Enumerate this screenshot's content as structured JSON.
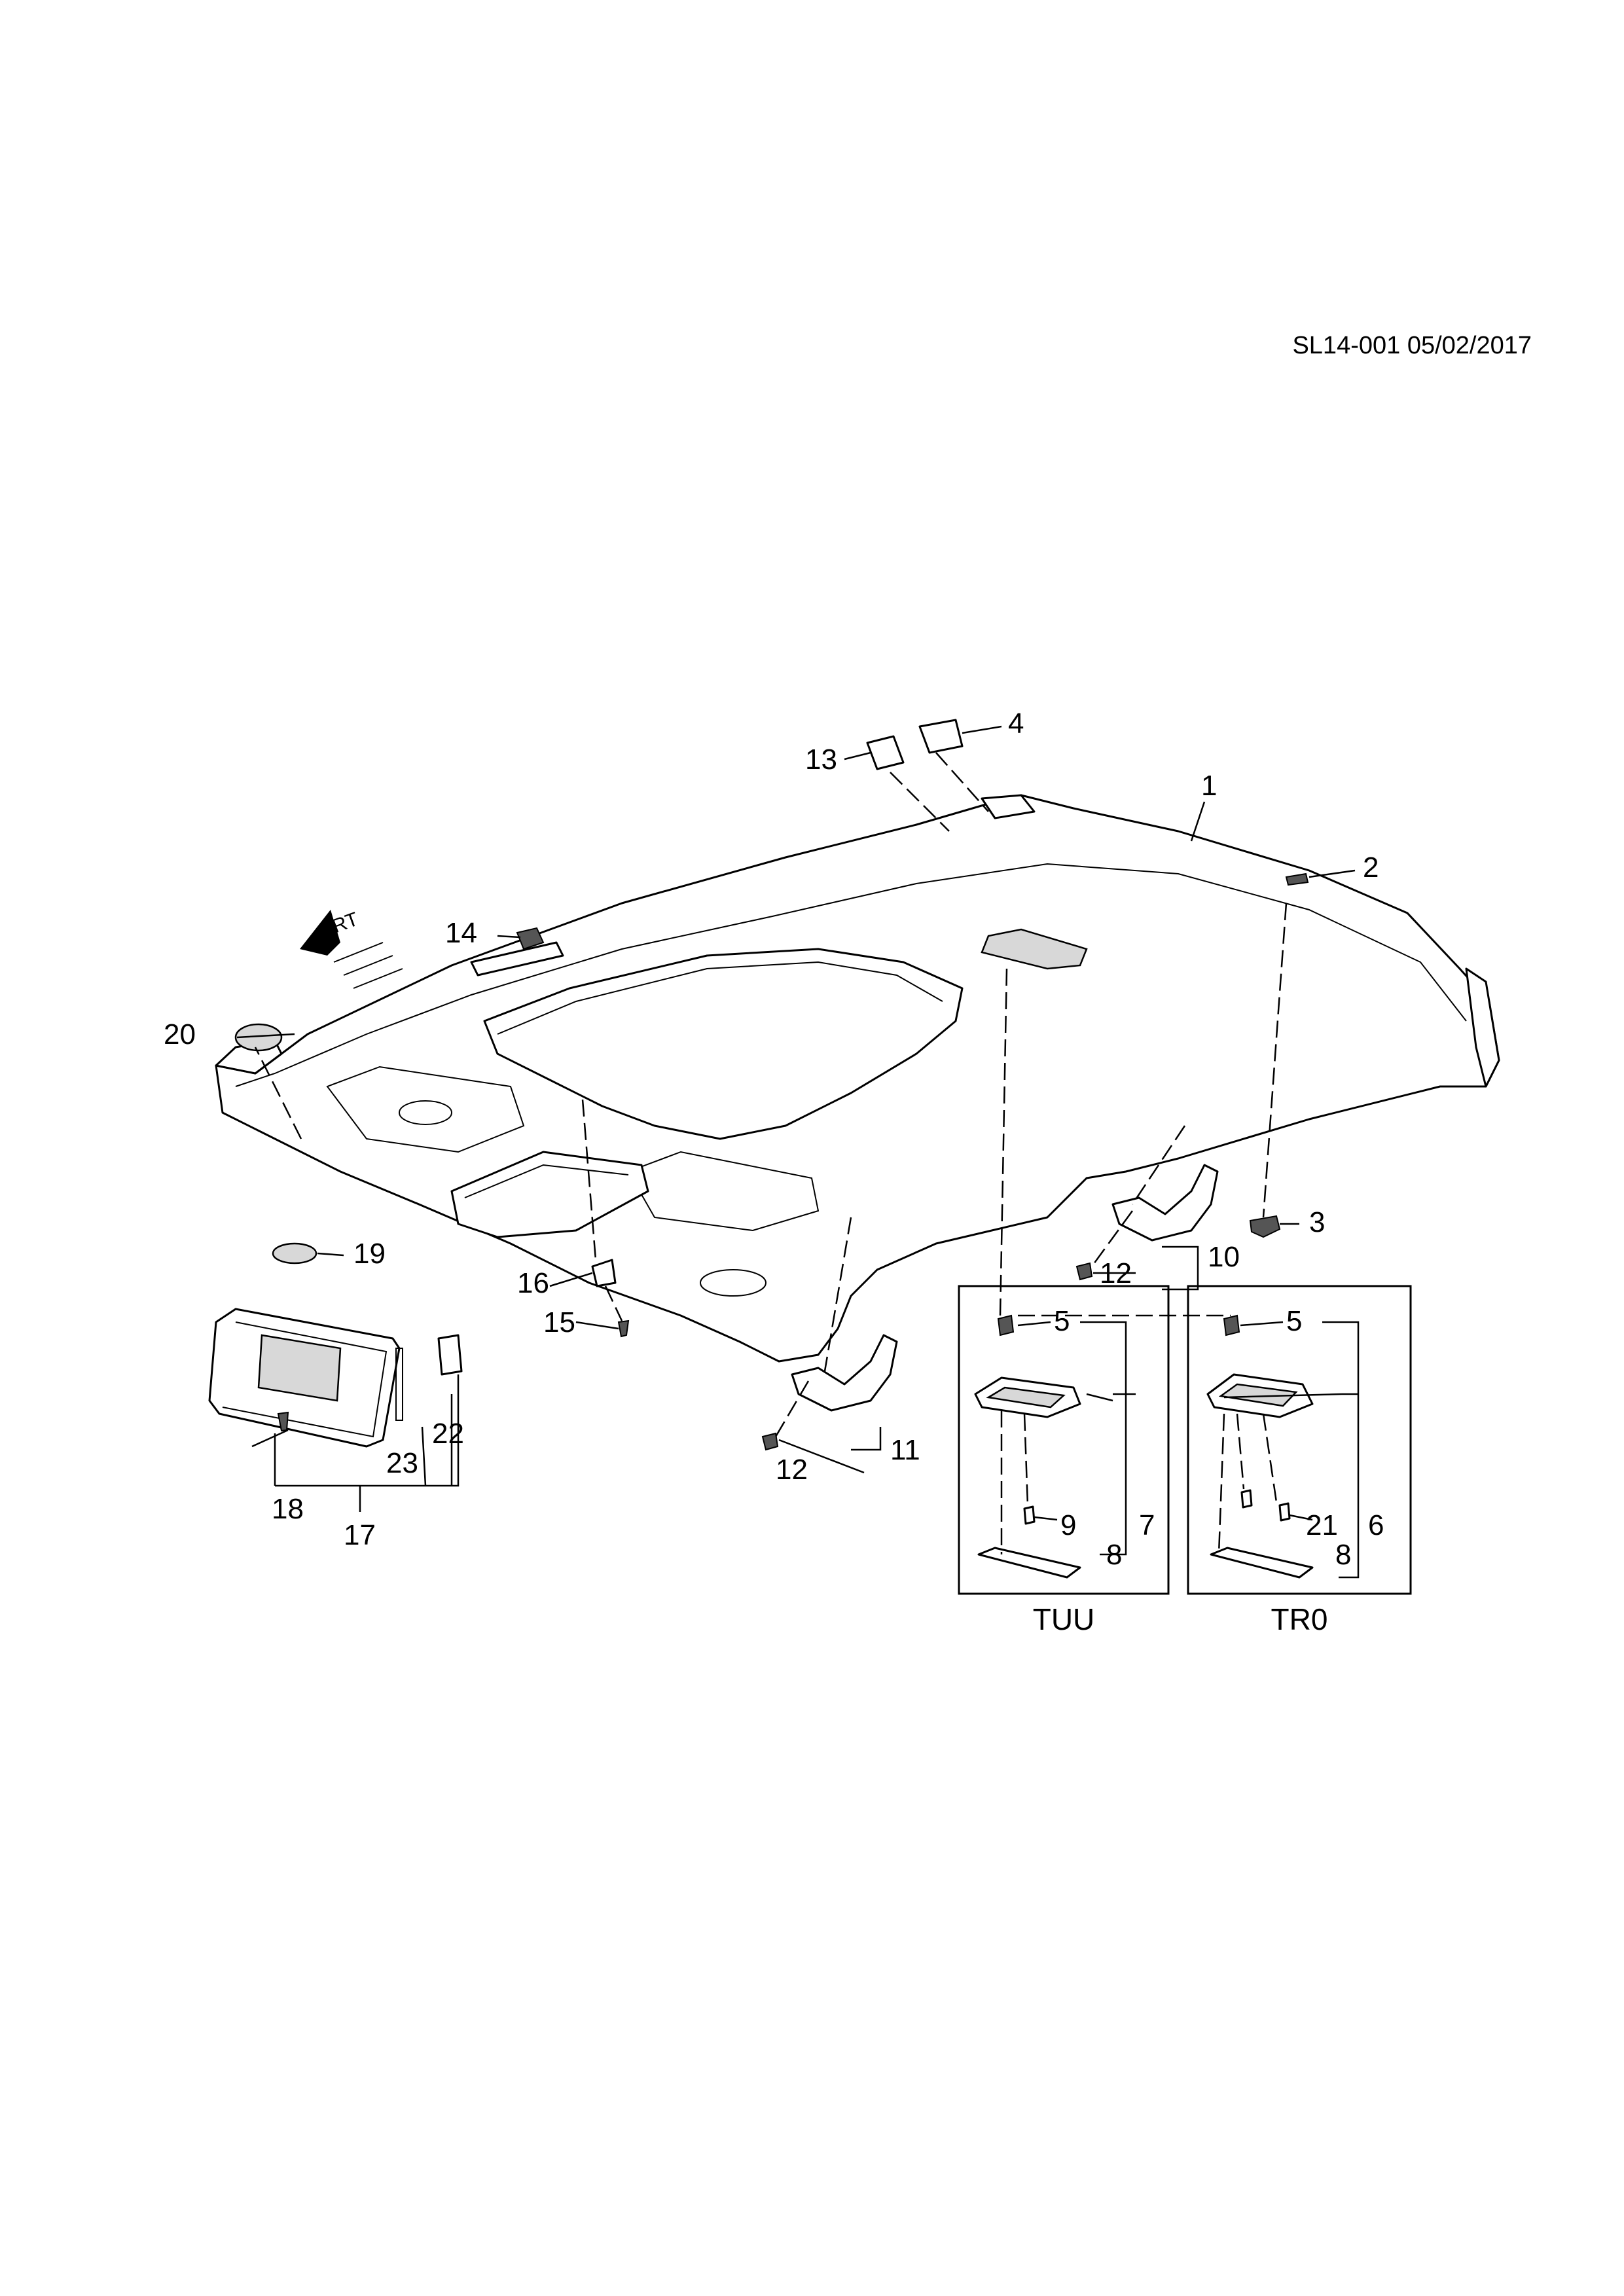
{
  "reference": "SL14-001 05/02/2017",
  "callouts": {
    "c1": "1",
    "c2": "2",
    "c3": "3",
    "c4": "4",
    "c5a": "5",
    "c5b": "5",
    "c6": "6",
    "c7": "7",
    "c8a": "8",
    "c8b": "8",
    "c9": "9",
    "c10": "10",
    "c11": "11",
    "c12a": "12",
    "c12b": "12",
    "c13": "13",
    "c14": "14",
    "c15": "15",
    "c16": "16",
    "c17": "17",
    "c18": "18",
    "c19": "19",
    "c20": "20",
    "c21": "21",
    "c22": "22",
    "c23": "23"
  },
  "boxes": {
    "left": "TUU",
    "right": "TR0"
  },
  "frt_label": "FRT"
}
